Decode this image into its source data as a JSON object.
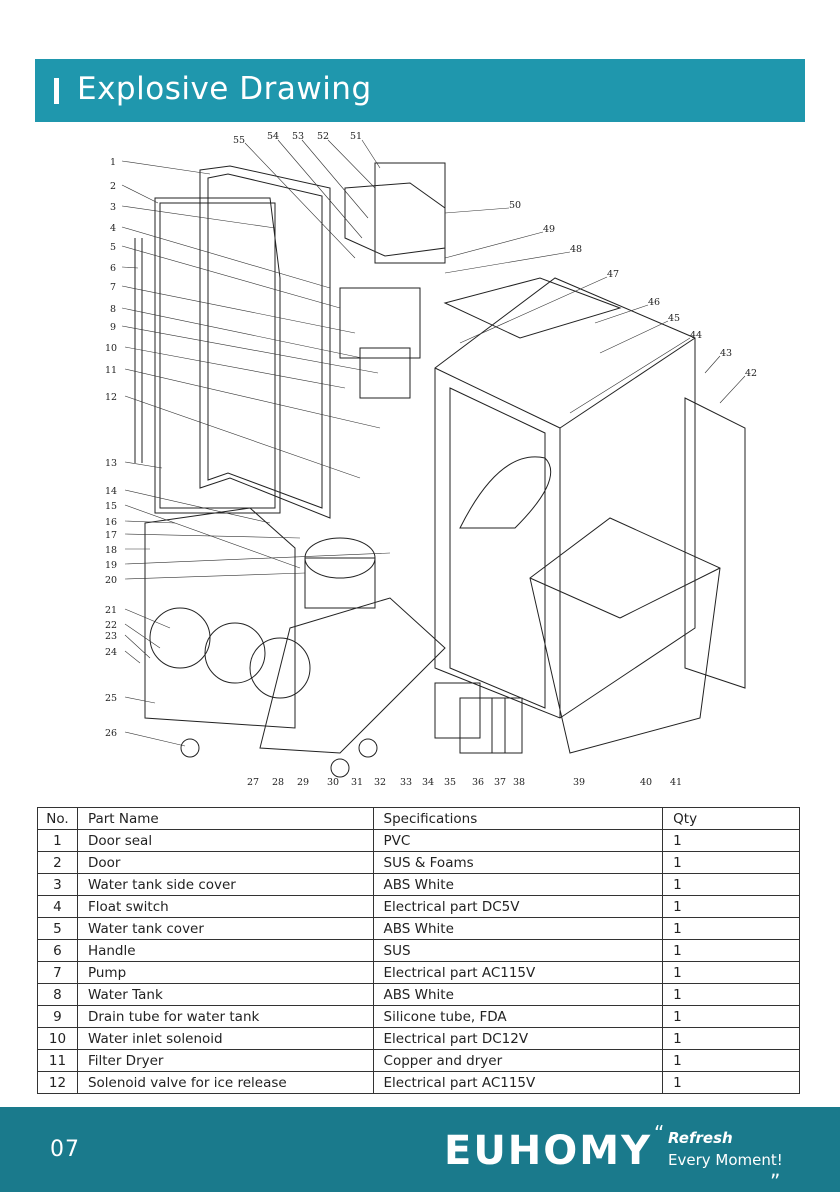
{
  "header": {
    "title": "Explosive Drawing"
  },
  "callouts": [
    "1",
    "2",
    "3",
    "4",
    "5",
    "6",
    "7",
    "8",
    "9",
    "10",
    "11",
    "12",
    "13",
    "14",
    "15",
    "16",
    "17",
    "18",
    "19",
    "20",
    "21",
    "22",
    "23",
    "24",
    "25",
    "26",
    "27",
    "28",
    "29",
    "30",
    "31",
    "32",
    "33",
    "34",
    "35",
    "36",
    "37",
    "38",
    "39",
    "40",
    "41",
    "42",
    "43",
    "44",
    "45",
    "46",
    "47",
    "48",
    "49",
    "50",
    "51",
    "52",
    "53",
    "54",
    "55"
  ],
  "table": {
    "headers": [
      "No.",
      "Part Name",
      "Specifications",
      "Qty"
    ],
    "rows": [
      [
        "1",
        "Door seal",
        "PVC",
        "1"
      ],
      [
        "2",
        "Door",
        "SUS & Foams",
        "1"
      ],
      [
        "3",
        "Water tank side cover",
        "ABS White",
        "1"
      ],
      [
        "4",
        "Float switch",
        "Electrical part DC5V",
        "1"
      ],
      [
        "5",
        "Water tank cover",
        "ABS White",
        "1"
      ],
      [
        "6",
        "Handle",
        "SUS",
        "1"
      ],
      [
        "7",
        "Pump",
        "Electrical part AC115V",
        "1"
      ],
      [
        "8",
        "Water Tank",
        "ABS White",
        "1"
      ],
      [
        "9",
        "Drain tube for water tank",
        "Silicone tube, FDA",
        "1"
      ],
      [
        "10",
        "Water inlet solenoid",
        "Electrical part DC12V",
        "1"
      ],
      [
        "11",
        "Filter Dryer",
        "Copper and dryer",
        "1"
      ],
      [
        "12",
        "Solenoid valve for ice release",
        "Electrical part AC115V",
        "1"
      ]
    ]
  },
  "footer": {
    "page_number": "07",
    "brand": "EUHOMY",
    "slogan_line1": "Refresh",
    "slogan_line2": "Every Moment!"
  }
}
